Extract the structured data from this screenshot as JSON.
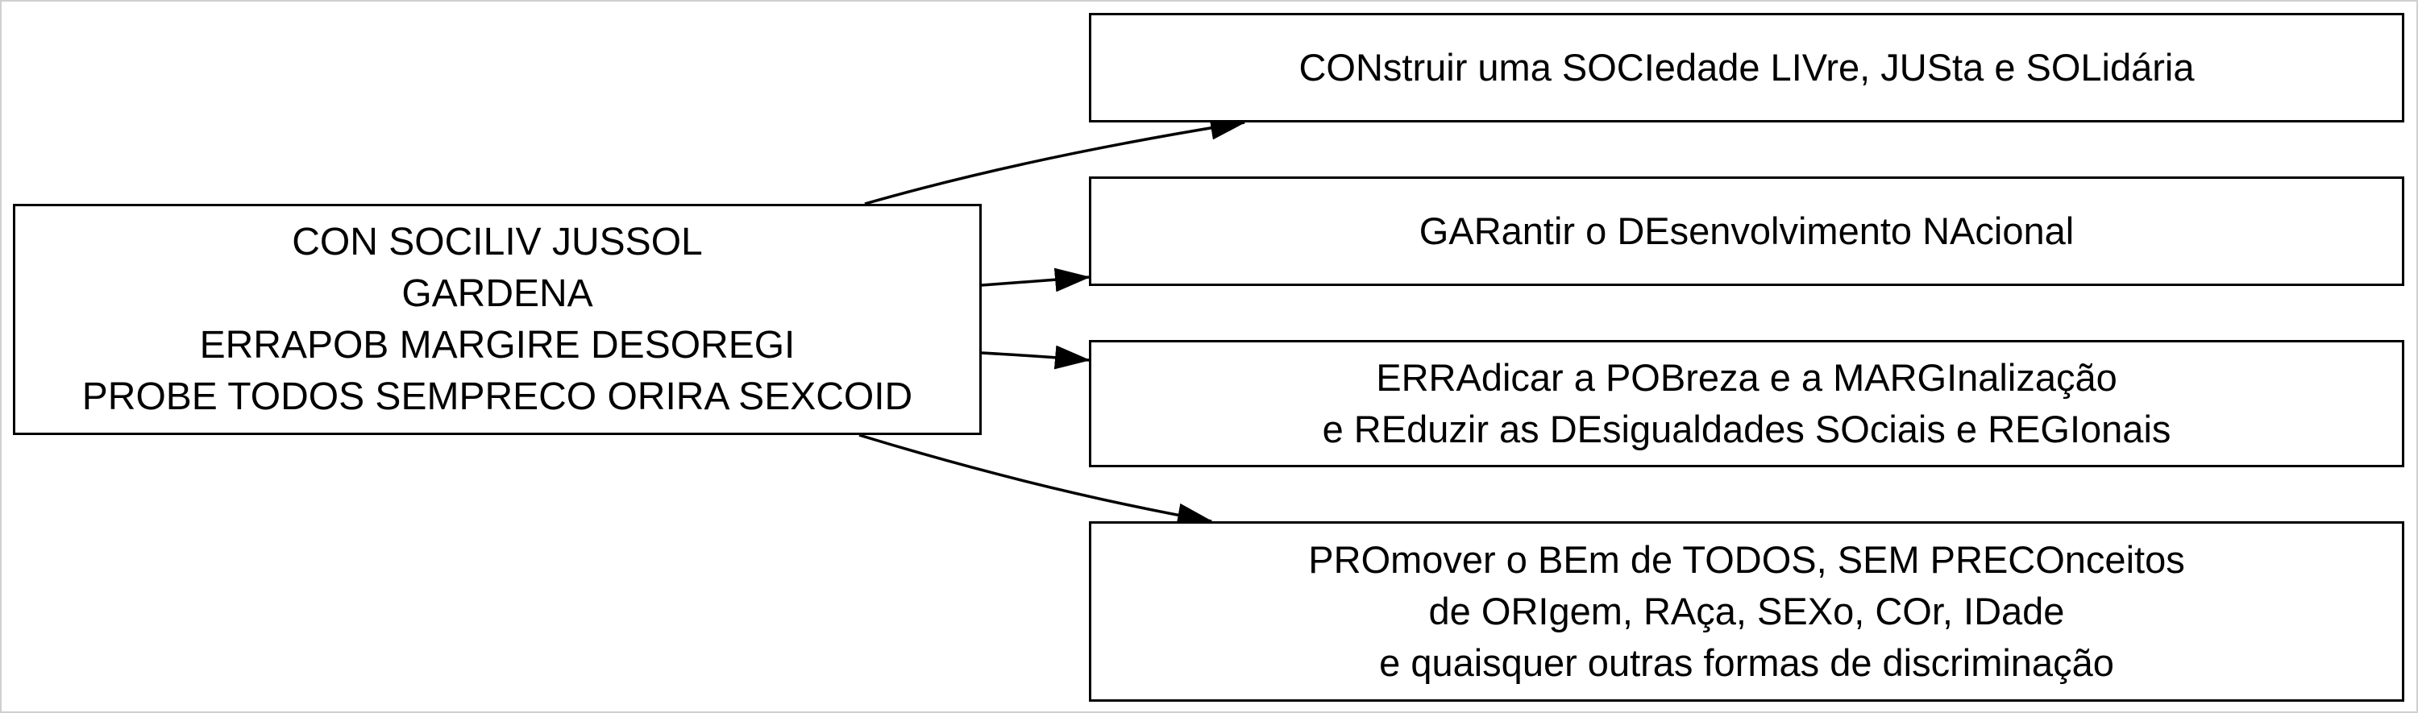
{
  "diagram": {
    "source": {
      "lines": [
        "CON SOCILIV JUSSOL",
        "GARDENA",
        "ERRAPOB MARGIRE DESOREGI",
        "PROBE TODOS SEMPRECO ORIRA SEXCOID"
      ]
    },
    "targets": [
      {
        "lines": [
          "CONstruir uma SOCIedade LIVre, JUSta e SOLidária"
        ]
      },
      {
        "lines": [
          "GARantir o DEsenvolvimento NAcional"
        ]
      },
      {
        "lines": [
          "ERRAdicar a POBreza e a MARGInalização",
          "e REduzir as DEsigualdades SOciais e REGIonais"
        ]
      },
      {
        "lines": [
          "PROmover o BEm de TODOS, SEM PRECOnceitos",
          "de ORIgem, RAça, SEXo, COr, IDade",
          "e quaisquer outras formas de discriminação"
        ]
      }
    ],
    "colors": {
      "border": "#000000",
      "edge": "#000000",
      "background": "#ffffff",
      "frame": "#cfcfcf"
    }
  }
}
